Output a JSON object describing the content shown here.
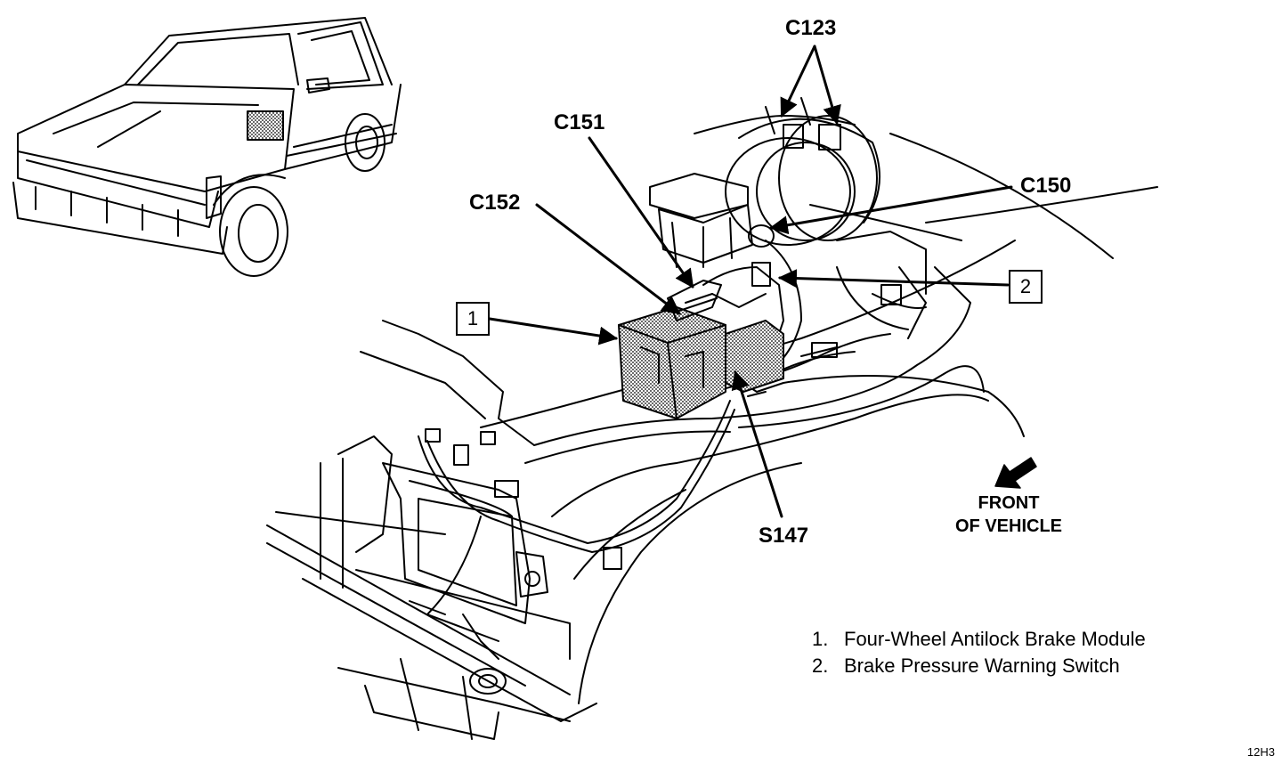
{
  "callouts": {
    "c123": "C123",
    "c151": "C151",
    "c152": "C152",
    "c150": "C150",
    "s147": "S147",
    "box1": "1",
    "box2": "2"
  },
  "front_indicator": {
    "line1": "FRONT",
    "line2": "OF VEHICLE"
  },
  "legend": {
    "items": [
      {
        "num": "1.",
        "text": "Four-Wheel Antilock Brake Module"
      },
      {
        "num": "2.",
        "text": "Brake Pressure Warning Switch"
      }
    ]
  },
  "figure_code": "12H3",
  "colors": {
    "ink": "#000000",
    "paper": "#ffffff",
    "stipple": "#b8b8b8"
  }
}
